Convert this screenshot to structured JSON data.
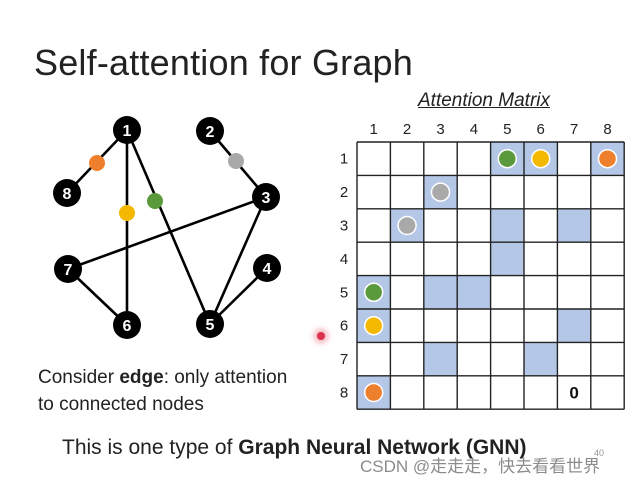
{
  "slide": {
    "title": "Self-attention for Graph",
    "matrix_title": "Attention Matrix",
    "caption_prefix": "Consider ",
    "caption_bold": "edge",
    "caption_suffix": ": only attention",
    "caption_line2": "to connected nodes",
    "bottom_prefix": "This is one type of ",
    "bottom_bold": "Graph Neural Network (GNN)",
    "watermark": "CSDN @走走走，快去看看世界",
    "page_number": "40",
    "zero_label": "0"
  },
  "graph": {
    "nodes": [
      "1",
      "2",
      "3",
      "4",
      "5",
      "6",
      "7",
      "8"
    ],
    "edges": [
      [
        "1",
        "8"
      ],
      [
        "1",
        "6"
      ],
      [
        "1",
        "5"
      ],
      [
        "2",
        "3"
      ],
      [
        "3",
        "7"
      ],
      [
        "3",
        "5"
      ],
      [
        "4",
        "5"
      ],
      [
        "7",
        "6"
      ]
    ]
  },
  "matrix": {
    "col_headers": [
      "1",
      "2",
      "3",
      "4",
      "5",
      "6",
      "7",
      "8"
    ],
    "row_headers": [
      "1",
      "2",
      "3",
      "4",
      "5",
      "6",
      "7",
      "8"
    ],
    "shaded": [
      [
        1,
        5
      ],
      [
        1,
        6
      ],
      [
        1,
        8
      ],
      [
        2,
        3
      ],
      [
        3,
        2
      ],
      [
        3,
        5
      ],
      [
        3,
        7
      ],
      [
        4,
        5
      ],
      [
        5,
        1
      ],
      [
        5,
        3
      ],
      [
        5,
        4
      ],
      [
        6,
        1
      ],
      [
        6,
        7
      ],
      [
        7,
        3
      ],
      [
        7,
        6
      ],
      [
        8,
        1
      ]
    ],
    "dots": [
      {
        "row": 1,
        "col": 5,
        "color": "#5a9a3c"
      },
      {
        "row": 1,
        "col": 6,
        "color": "#f5b800"
      },
      {
        "row": 1,
        "col": 8,
        "color": "#ee7f2c"
      },
      {
        "row": 2,
        "col": 3,
        "color": "#a9a9a9"
      },
      {
        "row": 3,
        "col": 2,
        "color": "#a9a9a9"
      },
      {
        "row": 5,
        "col": 1,
        "color": "#5a9a3c"
      },
      {
        "row": 6,
        "col": 1,
        "color": "#f5b800"
      },
      {
        "row": 8,
        "col": 1,
        "color": "#ee7f2c"
      }
    ],
    "zero_cell": {
      "row": 8,
      "col": 7
    }
  },
  "colors": {
    "shade": "#b4c7e7",
    "node_fill": "#000000",
    "grid_line": "#222222",
    "orange": "#ee7f2c",
    "yellow": "#f5b800",
    "green": "#5a9a3c",
    "gray": "#a9a9a9"
  }
}
